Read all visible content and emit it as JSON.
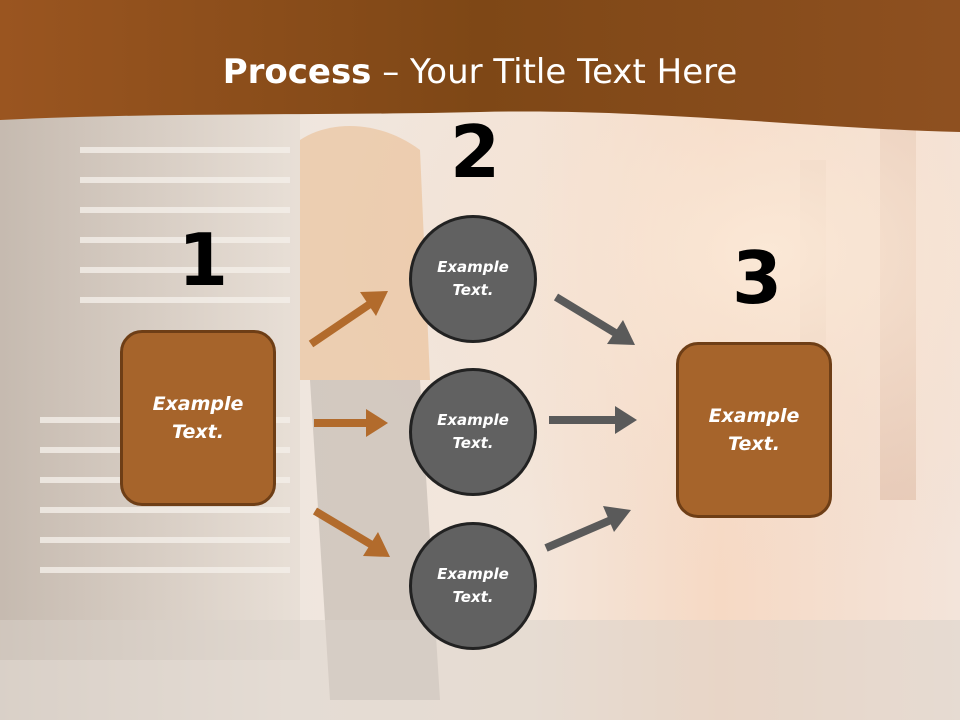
{
  "slide": {
    "title_bold": "Process",
    "title_rest": " – Your Title Text Here",
    "colors": {
      "header": "#8a4a16",
      "box_fill": "#a6642b",
      "circle_fill": "#616161",
      "left_arrow": "#b26b2c",
      "right_arrow": "#5a5a5a"
    }
  },
  "steps": {
    "one": {
      "number": "1",
      "label": "Example\nText."
    },
    "two": {
      "number": "2"
    },
    "three": {
      "number": "3",
      "label": "Example\nText."
    }
  },
  "circles": [
    {
      "label": "Example\nText."
    },
    {
      "label": "Example\nText."
    },
    {
      "label": "Example\nText."
    }
  ]
}
